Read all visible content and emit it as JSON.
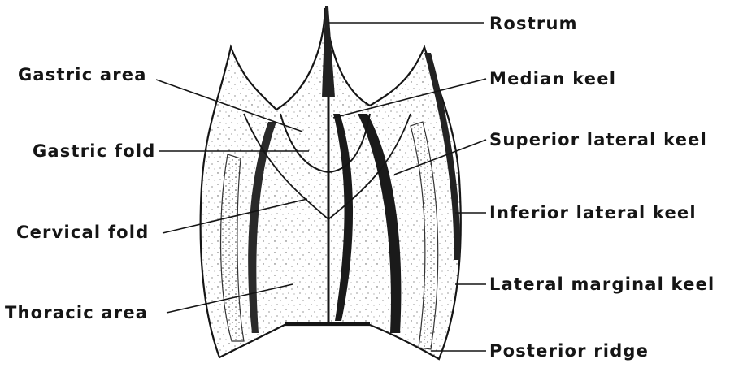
{
  "figure": {
    "labels": {
      "rostrum": "Rostrum",
      "median_keel": "Median  keel",
      "superior_lateral_keel": "Superior  lateral  keel",
      "inferior_lateral_keel": "Inferior  lateral  keel",
      "lateral_marginal_keel": "Lateral  marginal  keel",
      "posterior_ridge": "Posterior  ridge",
      "gastric_area": "Gastric  area",
      "gastric_fold": "Gastric  fold",
      "cervical_fold": "Cervical  fold",
      "thoracic_area": "Thoracic  area"
    },
    "colors": {
      "ink": "#151515",
      "stipple": "#555555",
      "background": "#ffffff"
    }
  }
}
